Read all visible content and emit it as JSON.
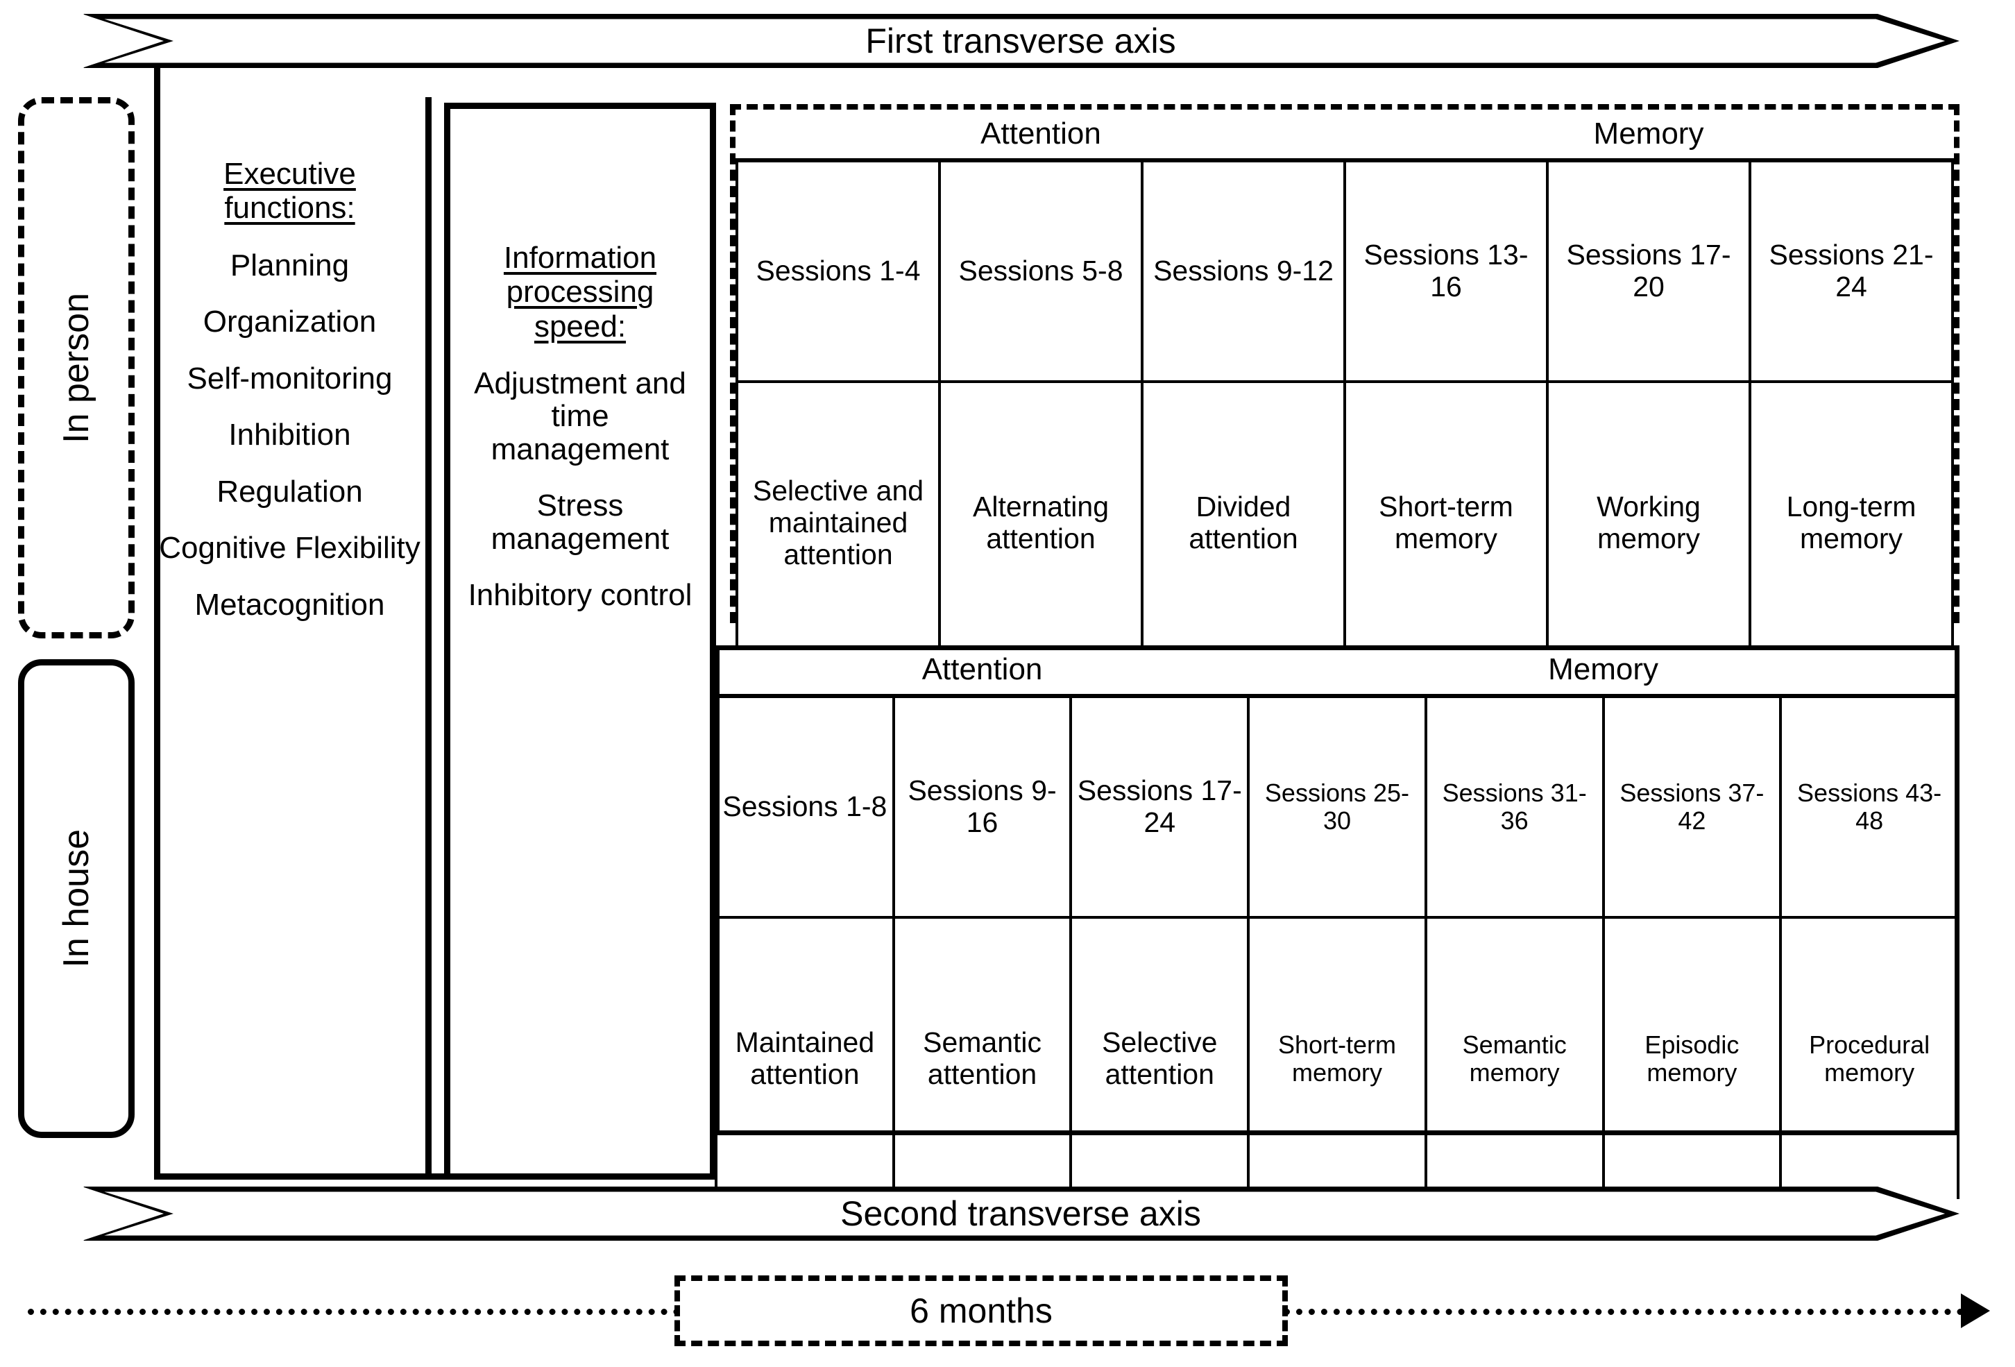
{
  "banners": {
    "top_label": "First transverse axis",
    "bottom_label": "Second transverse axis"
  },
  "modes": {
    "in_person": "In person",
    "in_house": "In house"
  },
  "columns": [
    {
      "heading": "Executive functions:",
      "items": [
        "Planning",
        "Organization",
        "Self-monitoring",
        "Inhibition",
        "Regulation",
        "Cognitive Flexibility",
        "Metacognition"
      ]
    },
    {
      "heading": "Information processing speed:",
      "items": [
        "Adjustment and time management",
        "Stress management",
        "Inhibitory control"
      ]
    }
  ],
  "table_top": {
    "group_headers": [
      "Attention",
      "Memory"
    ],
    "sessions": [
      "Sessions 1-4",
      "Sessions 5-8",
      "Sessions 9-12",
      "Sessions 13-16",
      "Sessions 17-20",
      "Sessions 21-24"
    ],
    "domains": [
      "Selective and maintained attention",
      "Alternating attention",
      "Divided attention",
      "Short-term memory",
      "Working memory",
      "Long-term memory"
    ]
  },
  "table_bottom": {
    "group_headers": [
      "Attention",
      "Memory"
    ],
    "sessions": [
      "Sessions 1-8",
      "Sessions 9-16",
      "Sessions 17-24",
      "Sessions 25-30",
      "Sessions 31-36",
      "Sessions 37-42",
      "Sessions 43-48"
    ],
    "domains": [
      "Maintained attention",
      "Semantic attention",
      "Selective attention",
      "Short-term memory",
      "Semantic memory",
      "Episodic memory",
      "Procedural memory"
    ]
  },
  "timeline": {
    "label": "6 months"
  },
  "colors": {
    "stroke": "#000000",
    "background": "#ffffff"
  }
}
